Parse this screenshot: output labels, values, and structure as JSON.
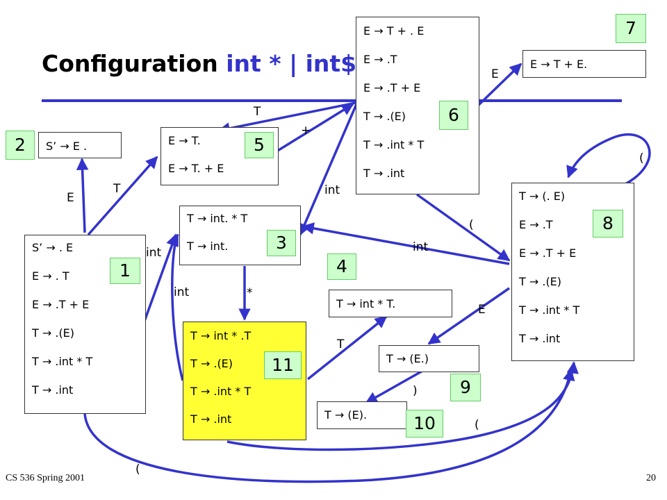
{
  "slide": {
    "title_prefix": "Configuration ",
    "title_highlight": "int * | int$",
    "footer_course": "CS 536  Spring 2001",
    "page_number": "20"
  },
  "colors": {
    "arrow": "#3333cc",
    "badge_fill": "#ccffcc",
    "badge_border": "#66cc66",
    "highlight_state": "#ffff33"
  },
  "states": [
    {
      "id": "1",
      "items": [
        "S’ → . E",
        "E → . T",
        "E → .T + E",
        "T → .(E)",
        "T → .int * T",
        "T → .int"
      ]
    },
    {
      "id": "2",
      "items": [
        "S’ → E ."
      ]
    },
    {
      "id": "3",
      "items": [
        "T → int. * T",
        "T → int."
      ]
    },
    {
      "id": "4",
      "items": [
        "T → int * T."
      ]
    },
    {
      "id": "5",
      "items": [
        "E → T.",
        "E → T. + E"
      ]
    },
    {
      "id": "6",
      "items": [
        "E → T + . E",
        "E → .T",
        "E → .T + E",
        "T → .(E)",
        "T → .int * T",
        "T → .int"
      ]
    },
    {
      "id": "7",
      "items": [
        "E → T + E."
      ]
    },
    {
      "id": "8",
      "items": [
        "T → (. E)",
        "E → .T",
        "E → .T + E",
        "T → .(E)",
        "T → .int * T",
        "T → .int"
      ]
    },
    {
      "id": "9",
      "items": [
        "T → (E.)"
      ]
    },
    {
      "id": "10",
      "items": [
        "T → (E)."
      ]
    },
    {
      "id": "11",
      "items": [
        "T → int * .T",
        "T → .(E)",
        "T → .int * T",
        "T → .int"
      ]
    }
  ],
  "edges": [
    {
      "from": "1",
      "to": "2",
      "label": "E"
    },
    {
      "from": "1",
      "to": "5",
      "label": "T"
    },
    {
      "from": "1",
      "to": "3",
      "label": "int"
    },
    {
      "from": "1",
      "to": "8",
      "label": "("
    },
    {
      "from": "5",
      "to": "6",
      "label": "+"
    },
    {
      "from": "6",
      "to": "5",
      "label": "T"
    },
    {
      "from": "6",
      "to": "7",
      "label": "E"
    },
    {
      "from": "6",
      "to": "3",
      "label": "int"
    },
    {
      "from": "6",
      "to": "8",
      "label": "("
    },
    {
      "from": "8",
      "to": "8",
      "label": "("
    },
    {
      "from": "8",
      "to": "3",
      "label": "int"
    },
    {
      "from": "8",
      "to": "9",
      "label": "E"
    },
    {
      "from": "9",
      "to": "10",
      "label": ")"
    },
    {
      "from": "3",
      "to": "11",
      "label": "*"
    },
    {
      "from": "11",
      "to": "3",
      "label": "int"
    },
    {
      "from": "11",
      "to": "4",
      "label": "T"
    },
    {
      "from": "11",
      "to": "8",
      "label": "("
    }
  ]
}
